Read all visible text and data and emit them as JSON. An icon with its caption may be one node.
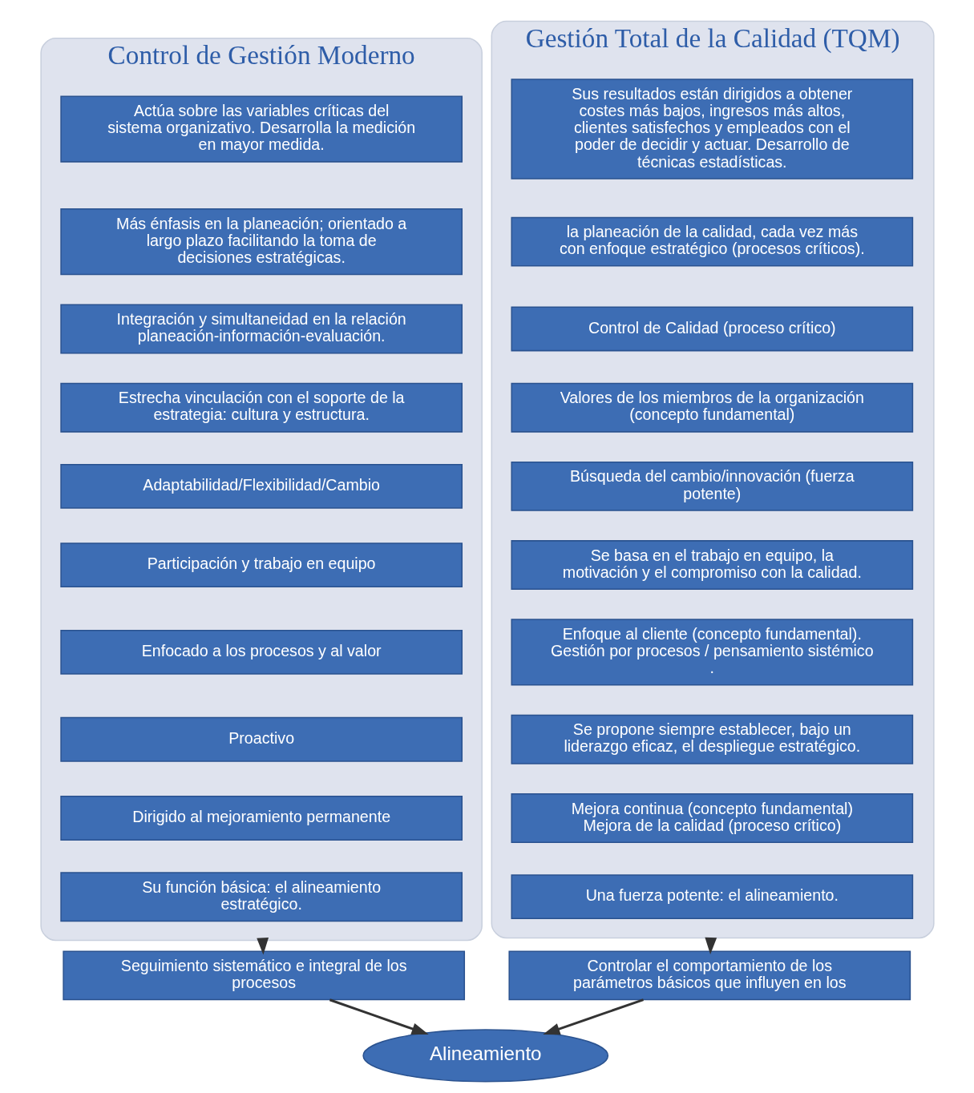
{
  "diagram": {
    "nodes": [
      {
        "text": [
          "Control de Gestión Moderno"
        ]
      },
      {
        "text": [
          "Actúa sobre las variables críticas del sistema organizativo. Desarrolla la medición en mayor medida."
        ],
        "in": 0
      },
      {
        "text": [
          "Más énfasis en la planeación; orientado a largo plazo facilitando la toma de decisiones estratégicas."
        ],
        "in": 0
      },
      {
        "text": [
          "Integración y simultaneidad en la relación planeación-información-evaluación."
        ],
        "in": 0
      },
      {
        "text": [
          "Estrecha vinculación con el soporte de la estrategia: cultura y estructura."
        ],
        "in": 0
      },
      {
        "text": [
          "Adaptabilidad/Flexibilidad/Cambio"
        ],
        "in": 0
      },
      {
        "text": [
          "Participación y trabajo en equipo"
        ],
        "in": 0
      },
      {
        "text": [
          "Enfocado a los procesos y al valor"
        ],
        "in": 0
      },
      {
        "text": [
          "Proactivo"
        ],
        "in": 0
      },
      {
        "text": [
          "Dirigido al mejoramiento permanente"
        ],
        "in": 0
      },
      {
        "text": [
          "Su función básica: el alineamiento estratégico."
        ],
        "in": 0
      },
      {
        "text": [
          "Gestión Total de la Calidad (TQM)"
        ]
      },
      {
        "text": [
          "Sus resultados están dirigidos a obtener costes más bajos, ingresos más altos, clientes satisfechos y empleados con el poder de decidir y actuar. Desarrollo de técnicas estadísticas."
        ],
        "in": 11
      },
      {
        "text": [
          "la planeación de la calidad, cada vez más con enfoque estratégico (procesos críticos)."
        ],
        "in": 11
      },
      {
        "text": [
          "Control de Calidad (proceso crítico)"
        ],
        "in": 11
      },
      {
        "text": [
          "Valores de los miembros de la organización (concepto fundamental)"
        ],
        "in": 11
      },
      {
        "text": [
          "Búsqueda del cambio/innovación (fuerza potente)"
        ],
        "in": 11
      },
      {
        "text": [
          "Se basa en el trabajo en equipo, la motivación y el compromiso con la calidad."
        ],
        "in": 11
      },
      {
        "text": [
          "Enfoque al cliente (concepto fundamental). Gestión por procesos / pensamiento sistémico ."
        ],
        "in": 11
      },
      {
        "text": [
          "Se propone siempre establecer, bajo un liderazgo eficaz, el despliegue estratégico."
        ],
        "in": 11
      },
      {
        "text": [
          "Mejora continua (concepto fundamental) Mejora de la calidad (proceso crítico)"
        ],
        "in": 11
      },
      {
        "text": [
          "Una fuerza potente: el alineamiento."
        ],
        "in": 11
      },
      {
        "text": [
          "Seguimiento sistemático e integral de los procesos"
        ]
      },
      {
        "text": [
          "Controlar el comportamiento de los parámetros básicos que influyen en los"
        ]
      },
      {
        "text": [
          "Alineamiento"
        ]
      }
    ],
    "edges": [
      {
        "from": 0,
        "to": 22,
        "arrow": "to"
      },
      {
        "from": 11,
        "to": 23,
        "arrow": "to"
      },
      {
        "from": 22,
        "to": 24,
        "arrow": "to"
      },
      {
        "from": 23,
        "to": 24,
        "arrow": "to"
      }
    ]
  }
}
